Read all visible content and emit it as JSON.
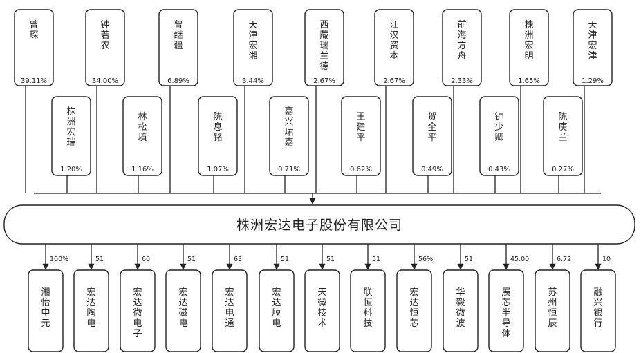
{
  "company": "株洲宏达电子股份有限公司",
  "shareholders_top": [
    {
      "name": "曾琛",
      "pct": "39.11%"
    },
    {
      "name": "钟若农",
      "pct": "34.00%"
    },
    {
      "name": "曾继疆",
      "pct": "6.89%"
    },
    {
      "name": "天津宏湘",
      "pct": "3.44%"
    },
    {
      "name": "西藏瑞兰德",
      "pct": "2.67%"
    },
    {
      "name": "江汉资本",
      "pct": "2.67%"
    },
    {
      "name": "前海方舟",
      "pct": "2.33%"
    },
    {
      "name": "株洲宏明",
      "pct": "1.65%"
    },
    {
      "name": "天津宏津",
      "pct": "1.29%"
    }
  ],
  "shareholders_mid": [
    {
      "name": "株洲宏瑞",
      "pct": "1.20%"
    },
    {
      "name": "林松墳",
      "pct": "1.16%"
    },
    {
      "name": "陈息铭",
      "pct": "1.07%"
    },
    {
      "name": "嘉兴珺嘉",
      "pct": "0.71%"
    },
    {
      "name": "王建平",
      "pct": "0.62%"
    },
    {
      "name": "贺全平",
      "pct": "0.49%"
    },
    {
      "name": "钟少卿",
      "pct": "0.43%"
    },
    {
      "name": "陈庚兰",
      "pct": "0.27%"
    }
  ],
  "subsidiaries": [
    {
      "name": "湘怡中元",
      "pct": "100%"
    },
    {
      "name": "宏达陶电",
      "pct": "51"
    },
    {
      "name": "宏达微电子",
      "pct": "60"
    },
    {
      "name": "宏达磁电",
      "pct": "51"
    },
    {
      "name": "宏达电通",
      "pct": "63"
    },
    {
      "name": "宏达膜电",
      "pct": "51"
    },
    {
      "name": "天微技术",
      "pct": "51"
    },
    {
      "name": "联恒科技",
      "pct": "51"
    },
    {
      "name": "宏达恒芯",
      "pct": "56%"
    },
    {
      "name": "华毅微波",
      "pct": "51"
    },
    {
      "name": "展芯半导体",
      "pct": "45.00"
    },
    {
      "name": "苏州恒辰",
      "pct": "6.72"
    },
    {
      "name": "融兴银行",
      "pct": "10"
    }
  ]
}
